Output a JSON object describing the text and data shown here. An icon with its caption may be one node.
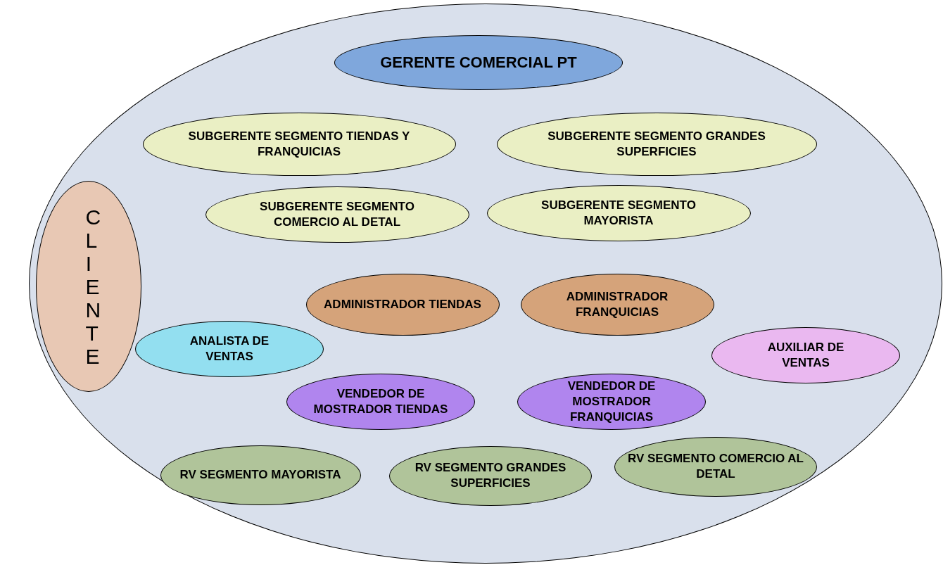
{
  "diagram": {
    "nodes": [
      {
        "text": [],
        "shape": "ellipse"
      },
      {
        "text": [
          "GERENTE COMERCIAL PT"
        ],
        "in": 0
      },
      {
        "text": [
          "SUBGERENTE SEGMENTO TIENDAS Y FRANQUICIAS"
        ],
        "in": 0
      },
      {
        "text": [
          "SUBGERENTE SEGMENTO GRANDES SUPERFICIES"
        ],
        "in": 0
      },
      {
        "text": [
          "SUBGERENTE SEGMENTO COMERCIO AL DETAL"
        ],
        "in": 0
      },
      {
        "text": [
          "SUBGERENTE SEGMENTO MAYORISTA"
        ],
        "in": 0
      },
      {
        "text": [
          "CLIENTE"
        ],
        "in": 0
      },
      {
        "text": [
          "ADMINISTRADOR TIENDAS"
        ],
        "in": 0
      },
      {
        "text": [
          "ADMINISTRADOR FRANQUICIAS"
        ],
        "in": 0
      },
      {
        "text": [
          "ANALISTA DE VENTAS"
        ],
        "in": 0
      },
      {
        "text": [
          "AUXILIAR DE VENTAS"
        ],
        "in": 0
      },
      {
        "text": [
          "VENDEDOR DE MOSTRADOR TIENDAS"
        ],
        "in": 0
      },
      {
        "text": [
          "VENDEDOR DE MOSTRADOR FRANQUICIAS"
        ],
        "in": 0
      },
      {
        "text": [
          "RV SEGMENTO MAYORISTA"
        ],
        "in": 0
      },
      {
        "text": [
          "RV SEGMENTO GRANDES SUPERFICIES"
        ],
        "in": 0
      },
      {
        "text": [
          "RV SEGMENTO COMERCIO AL DETAL"
        ],
        "in": 0
      }
    ]
  }
}
